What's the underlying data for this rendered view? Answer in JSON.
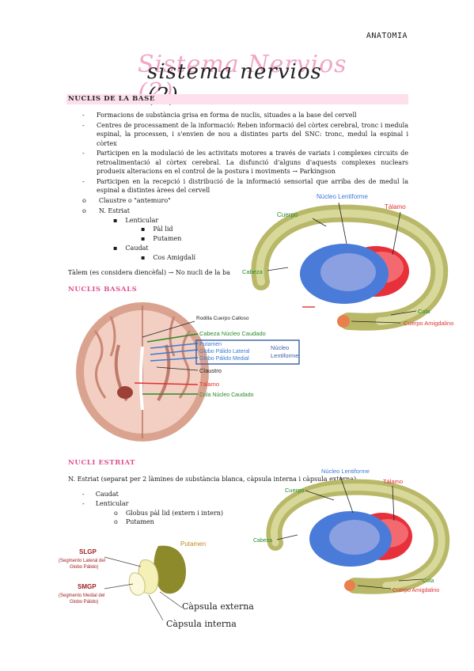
{
  "header": {
    "tag": "ANATOMIA"
  },
  "title": {
    "ghost": "Sistema Nervios (2)",
    "main": "sistema nervios (2)"
  },
  "section1": {
    "heading": "NUCLIS DE LA BASE",
    "bullets": [
      "Formacions de substància grisa en forma de nuclis, situades a la base del cervell",
      "Centres de processament de la informació: Reben informació del còrtex cerebral, tronc i medula espinal, la processen, i s'envien de nou a distintes parts del SNC: tronc, medul la espinal i còrtex",
      "Participen en la modulació de les activitats motores a través de variats i complexes circuits de retroalimentació al còrtex cerebral. La disfunció d'alguns d'aquests complexes nuclears produeix alteracions en el control de la postura i moviments → Parkingson",
      "Participen en la recepció i distribució de la informació sensorial que arriba des de medul la espinal a distintes àrees del cervell"
    ],
    "list": {
      "claustro": "Claustre o \"antemuro\"",
      "estriat": "N. Estriat",
      "lenticular": "Lenticular",
      "palid": "Pàl lid",
      "putamen": "Putamen",
      "caudat": "Caudat",
      "cos_amigdali": "Cos Amigdalí"
    },
    "talem": "Tàlem (es considera diencèfal) → No nucli de la ba"
  },
  "figure1": {
    "nucleo_lentiforme": "Núcleo Lentiforme",
    "cuerpo": "Cuerpo",
    "talamo": "Tálamo",
    "cabeza": "Cabeza",
    "cola": "Cola",
    "cuerpo_amigdalino": "Cuerpo Amigdalino"
  },
  "section2": {
    "heading": "NUCLIS BASALS"
  },
  "figure2": {
    "rodilla": "Rodilla Cuerpo Calloso",
    "cabeza_caudado": "Cabeza Núcleo Caudado",
    "putamen": "Putamen",
    "globo_lateral": "Globo Pálido Lateral",
    "globo_medial": "Globo Pálido Medial",
    "nucleo": "Núcleo",
    "lentiforme": "Lentiforme",
    "claustro": "Claustro",
    "talamo": "Tálamo",
    "cola_caudado": "Cola Núcleo Caudado"
  },
  "section3": {
    "heading": "NUCLI ESTRIAT",
    "intro": "N. Estriat (separat per 2 làmines de substància blanca, càpsula interna i càpsula externa)",
    "caudat": "Caudat",
    "lenticular": "Lenticular",
    "globus": "Globus pàl lid (extern i intern)",
    "putamen": "Putamen"
  },
  "figure3": {
    "nucleo_lentiforme": "Núcleo Lentiforme",
    "cuerpo": "Cuerpo",
    "talamo": "Tálamo",
    "cabeza": "Cabeza",
    "cola": "Cola",
    "cuerpo_amigdalino": "Cuerpo Amigdalino"
  },
  "figure4": {
    "slgp": "SLGP",
    "slgp_desc1": "(Segmento Lateral del",
    "slgp_desc2": "Globo Pálido)",
    "smgp": "SMGP",
    "smgp_desc1": "(Segmento Medial del",
    "smgp_desc2": "Globo Pálido)",
    "putamen": "Putamen",
    "capsula_externa": "Càpsula externa",
    "capsula_interna": "Càpsula interna"
  },
  "colors": {
    "title_pink": "#f2a6c6",
    "section_bg": "#fde0ec",
    "accent_pink": "#e0508e",
    "label_blue": "#3a7bd5",
    "label_red": "#e03030"
  }
}
